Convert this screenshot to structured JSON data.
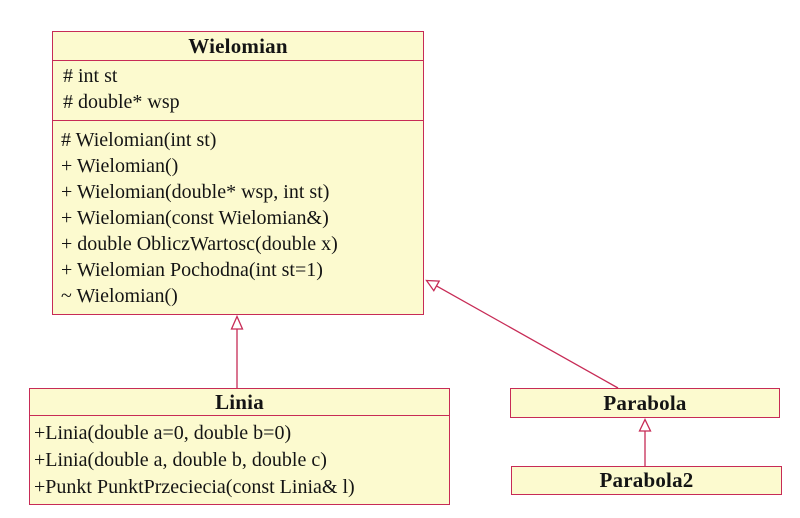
{
  "diagram_type": "uml-class-diagram",
  "colors": {
    "box_fill": "#FCFACF",
    "box_border": "#C72B56",
    "text": "#141414",
    "canvas": "#FFFFFF"
  },
  "classes": {
    "wielomian": {
      "name": "Wielomian",
      "attributes": [
        "# int st",
        "# double* wsp"
      ],
      "methods": [
        "# Wielomian(int st)",
        "+ Wielomian()",
        "+ Wielomian(double* wsp, int st)",
        "+ Wielomian(const Wielomian&)",
        "+ double ObliczWartosc(double x)",
        "+ Wielomian Pochodna(int st=1)",
        "~ Wielomian()"
      ]
    },
    "linia": {
      "name": "Linia",
      "methods": [
        "+Linia(double a=0, double b=0)",
        "+Linia(double a, double b, double c)",
        "+Punkt PunktPrzeciecia(const Linia& l)"
      ]
    },
    "parabola": {
      "name": "Parabola"
    },
    "parabola2": {
      "name": "Parabola2"
    }
  },
  "relations": [
    {
      "from": "Linia",
      "to": "Wielomian",
      "type": "inheritance"
    },
    {
      "from": "Parabola",
      "to": "Wielomian",
      "type": "inheritance"
    },
    {
      "from": "Parabola2",
      "to": "Parabola",
      "type": "inheritance"
    }
  ]
}
